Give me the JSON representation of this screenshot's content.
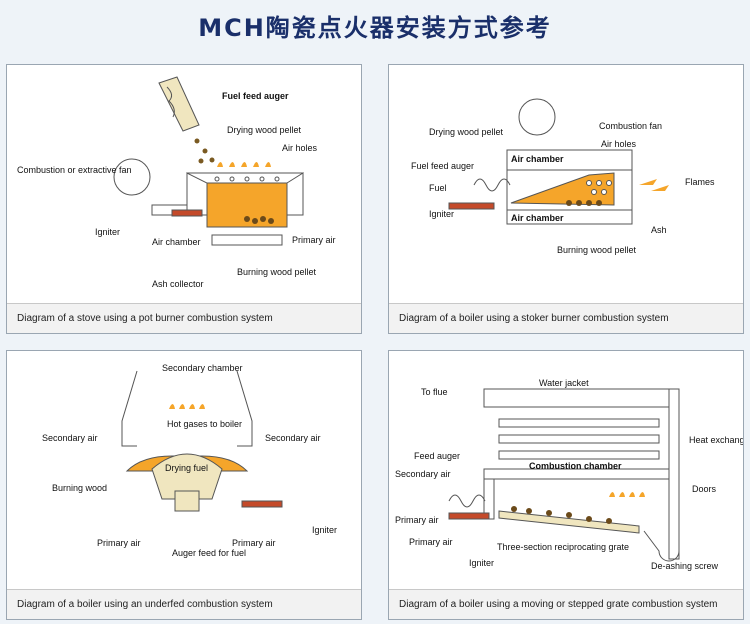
{
  "title": "MCH陶瓷点火器安装方式参考",
  "colors": {
    "fire": "#f5a52a",
    "chamber": "#f0e6bf",
    "igniter": "#c44a2a",
    "outline": "#555555",
    "title": "#1a2f6a"
  },
  "panels": [
    {
      "caption": "Diagram of a stove using a pot burner combustion system",
      "labels": {
        "fuel_feed_auger": "Fuel feed auger",
        "drying_wood_pellet": "Drying wood pellet",
        "combustion_fan": "Combustion or extractive fan",
        "air_holes": "Air holes",
        "igniter": "Igniter",
        "air_chamber": "Air chamber",
        "primary_air": "Primary air",
        "ash_collector": "Ash collector",
        "burning_wood_pellet": "Burning wood pellet"
      }
    },
    {
      "caption": "Diagram of a boiler using a stoker burner combustion system",
      "labels": {
        "drying_wood_pellet": "Drying wood pellet",
        "combustion_fan": "Combustion fan",
        "air_chamber_top": "Air chamber",
        "air_holes": "Air holes",
        "fuel_feed_auger": "Fuel feed auger",
        "fuel": "Fuel",
        "flames": "Flames",
        "igniter": "Igniter",
        "air_chamber_bottom": "Air chamber",
        "ash": "Ash",
        "burning_wood_pellet": "Burning wood pellet"
      }
    },
    {
      "caption": "Diagram of a boiler using an underfed combustion system",
      "labels": {
        "secondary_chamber": "Secondary chamber",
        "hot_gases": "Hot gases to boiler",
        "secondary_air_left": "Secondary air",
        "secondary_air_right": "Secondary air",
        "drying_fuel": "Drying fuel",
        "burning_wood": "Burning wood",
        "primary_air_left": "Primary air",
        "primary_air_right": "Primary air",
        "auger_feed": "Auger feed for fuel",
        "igniter": "Igniter"
      }
    },
    {
      "caption": "Diagram of a boiler using a moving or stepped grate combustion system",
      "labels": {
        "to_flue": "To flue",
        "water_jacket": "Water jacket",
        "heat_exchanger": "Heat exchanger tubes",
        "feed_auger": "Feed auger",
        "secondary_air": "Secondary air",
        "combustion_chamber": "Combustion chamber",
        "doors": "Doors",
        "primary_air_1": "Primary air",
        "primary_air_2": "Primary air",
        "grate": "Three-section reciprocating grate",
        "igniter": "Igniter",
        "de_ashing": "De-ashing screw"
      }
    }
  ]
}
